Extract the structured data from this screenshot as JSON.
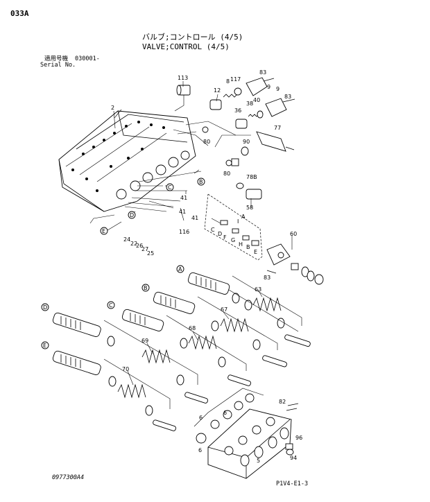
{
  "header": {
    "page_code": "033A",
    "title_jp": "バルブ;コントロール (4/5)",
    "title_en": "VALVE;CONTROL (4/5)",
    "applicable_jp": "適用号機",
    "serial_from": "030001-",
    "serial_label": "Serial No."
  },
  "footer": {
    "left_code": "0977300A4",
    "right_code": "P1V4-E1-3"
  },
  "part_numbers": [
    "2",
    "5",
    "6",
    "8",
    "9",
    "12",
    "22",
    "24",
    "25",
    "26",
    "27",
    "36",
    "38",
    "40",
    "41",
    "58",
    "60",
    "63",
    "67",
    "68",
    "69",
    "70",
    "77",
    "78B",
    "80",
    "82",
    "83",
    "90",
    "94",
    "96",
    "113",
    "116",
    "117"
  ],
  "callouts": [
    "A",
    "B",
    "C",
    "D",
    "E",
    "F",
    "G",
    "H",
    "I"
  ],
  "colors": {
    "line": "#000000",
    "background": "#ffffff"
  }
}
